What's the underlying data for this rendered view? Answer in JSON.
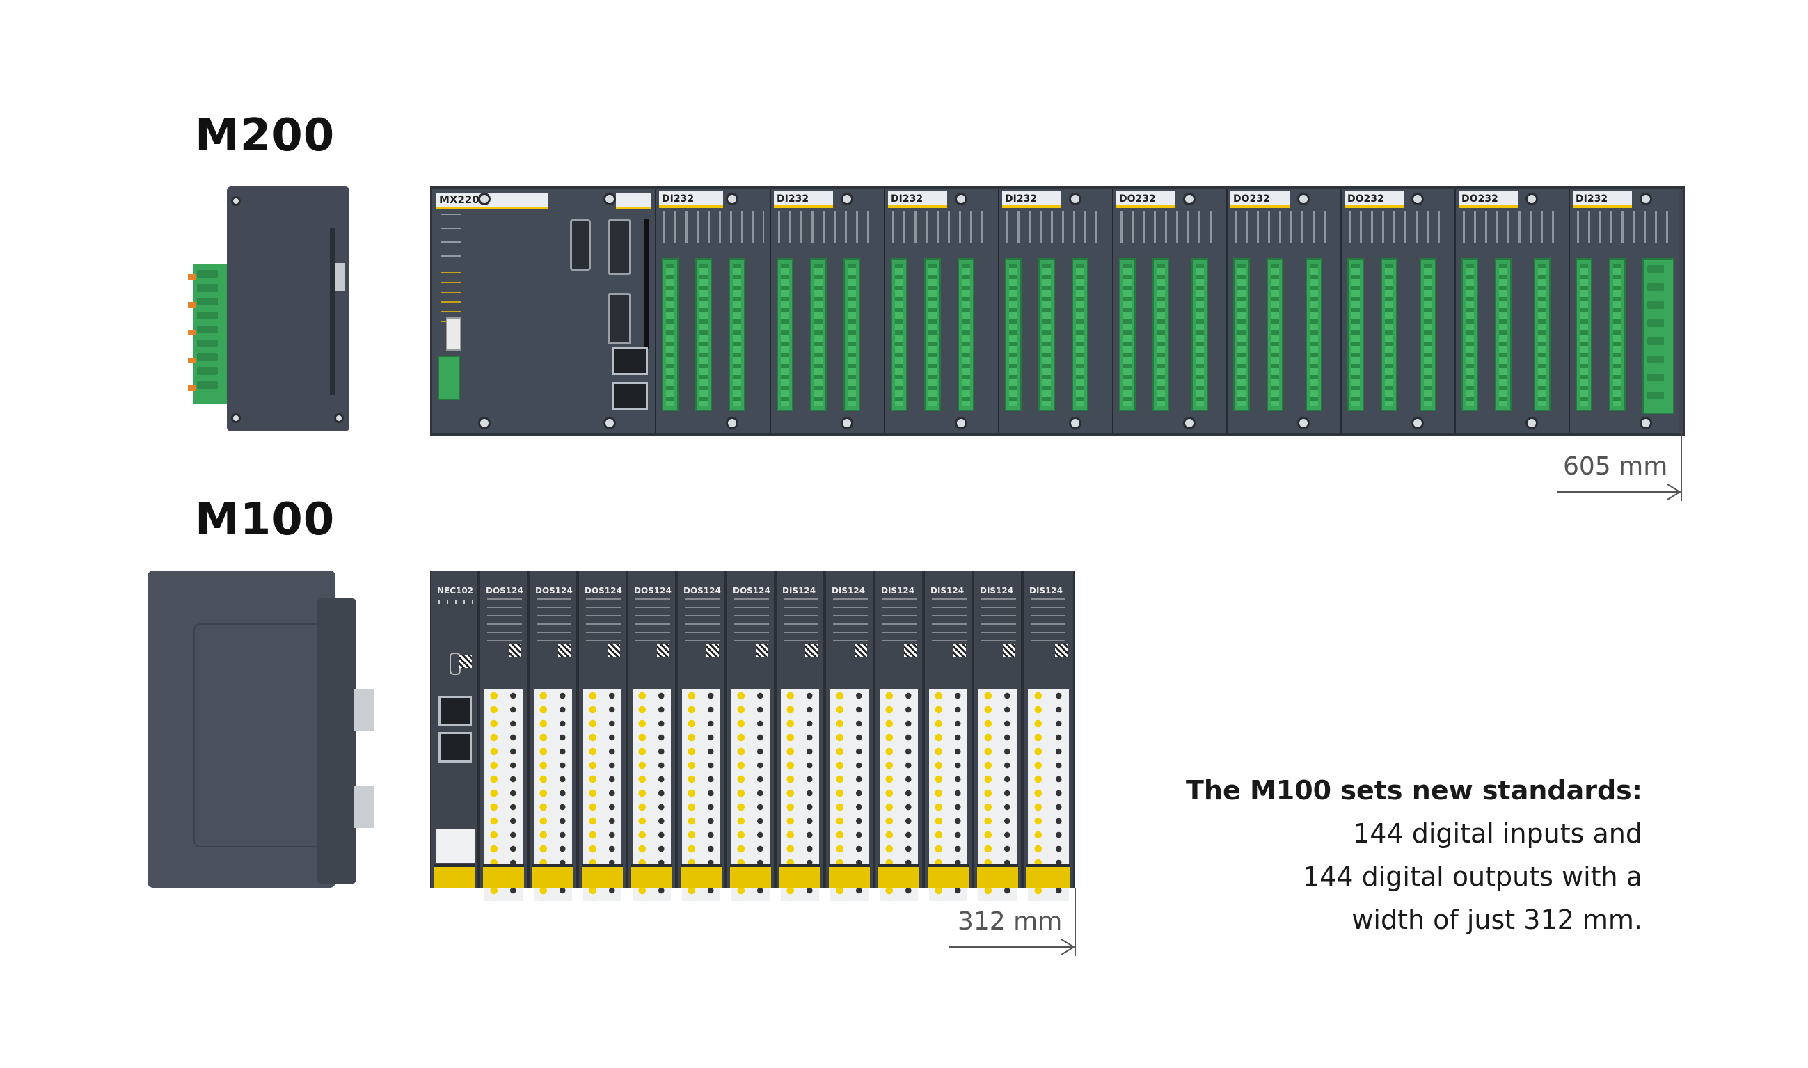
{
  "m200": {
    "title": "M200",
    "cpu_label": "MX220",
    "modules": [
      "DI232",
      "DI232",
      "DI232",
      "DI232",
      "DO232",
      "DO232",
      "DO232",
      "DO232",
      "DI232"
    ],
    "width_label": "605 mm"
  },
  "m100": {
    "title": "M100",
    "cpu_label": "NEC102",
    "modules": [
      "DOS124",
      "DOS124",
      "DOS124",
      "DOS124",
      "DOS124",
      "DOS124",
      "DIS124",
      "DIS124",
      "DIS124",
      "DIS124",
      "DIS124",
      "DIS124"
    ],
    "width_label": "312 mm"
  },
  "caption": {
    "headline": "The M100 sets new standards:",
    "line1": "144 digital inputs and",
    "line2": "144 digital outputs with a",
    "line3": "width of just 312 mm."
  },
  "colors": {
    "module_body": "#434b56",
    "accent_yellow": "#f2c400",
    "terminal_green": "#36a558"
  }
}
